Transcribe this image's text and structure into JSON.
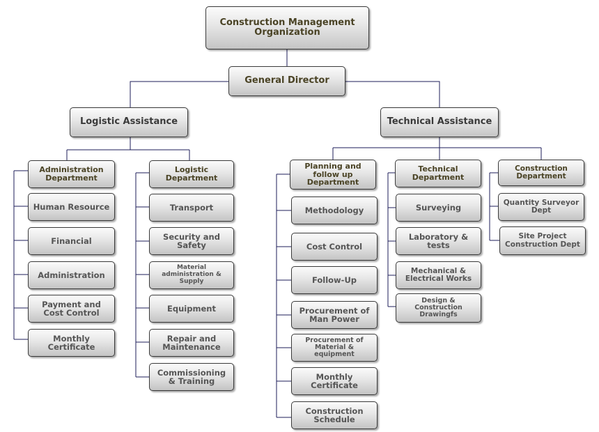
{
  "root": {
    "title": "Construction Management Organization"
  },
  "general_director": {
    "label": "General Director"
  },
  "logistic": {
    "label": "Logistic Assistance",
    "administration": {
      "label": "Administration Department",
      "items": [
        "Human Resource",
        "Financial",
        "Administration",
        "Payment and Cost Control",
        "Monthly Certificate"
      ]
    },
    "logistic_dept": {
      "label": "Logistic Department",
      "items": [
        "Transport",
        "Security and Safety",
        "Material administration & Supply",
        "Equipment",
        "Repair and Maintenance",
        "Commissioning & Training"
      ]
    }
  },
  "technical": {
    "label": "Technical Assistance",
    "planning": {
      "label": "Planning and follow up Department",
      "items": [
        "Methodology",
        "Cost Control",
        "Follow-Up",
        "Procurement of Man Power",
        "Procurement of Material & equipment",
        "Monthly Certificate",
        "Construction Schedule"
      ]
    },
    "technical_dept": {
      "label": "Technical Department",
      "items": [
        "Surveying",
        "Laboratory & tests",
        "Mechanical & Electrical Works",
        "Design & Construction Drawingfs"
      ]
    },
    "construction": {
      "label": "Construction Department",
      "items": [
        "Quantity Surveyor Dept",
        "Site Project Construction Dept"
      ]
    }
  }
}
